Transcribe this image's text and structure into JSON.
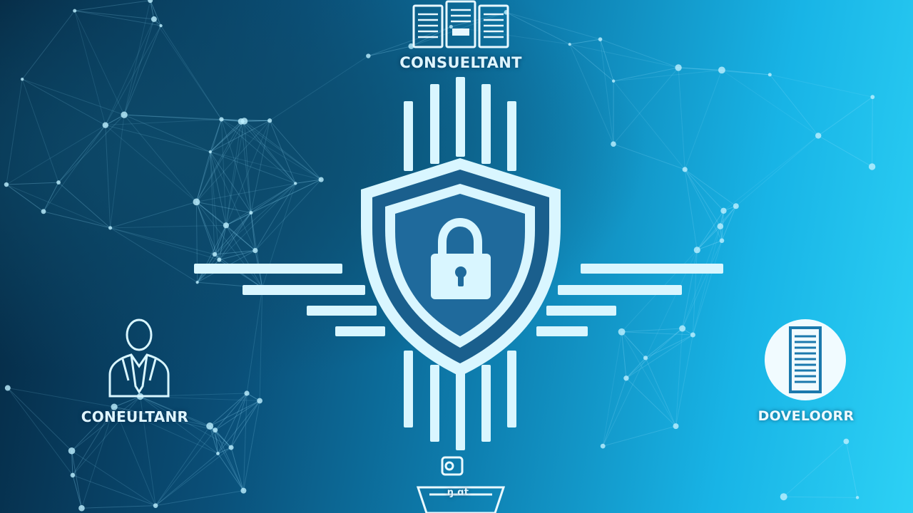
{
  "colors": {
    "background_dark": "#05263f",
    "background_light": "#2dd1f5",
    "glyph": "#d9f6ff",
    "shield_fill": "#1f6a9c"
  },
  "labels": {
    "top": "CONSUELTANT",
    "left": "CONEULTANR",
    "right": "DOVELOORR",
    "bottom": "ŋ ɑt"
  },
  "icons": {
    "central": "shield-lock-icon",
    "top": "server-rack-icon",
    "left": "consultant-person-icon",
    "right": "server-tower-icon",
    "bottom": "laptop-user-icon"
  }
}
